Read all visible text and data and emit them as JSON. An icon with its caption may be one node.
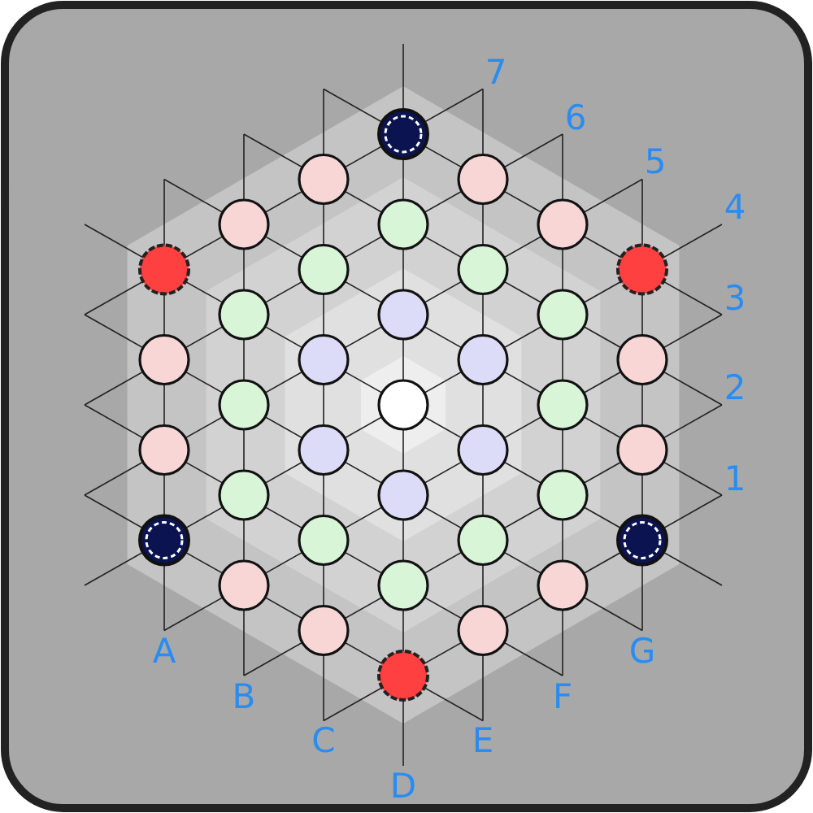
{
  "diagram": {
    "labels": [
      "7",
      "6",
      "5",
      "4",
      "3",
      "2",
      "1",
      "A",
      "B",
      "C",
      "D",
      "E",
      "F",
      "G"
    ]
  }
}
